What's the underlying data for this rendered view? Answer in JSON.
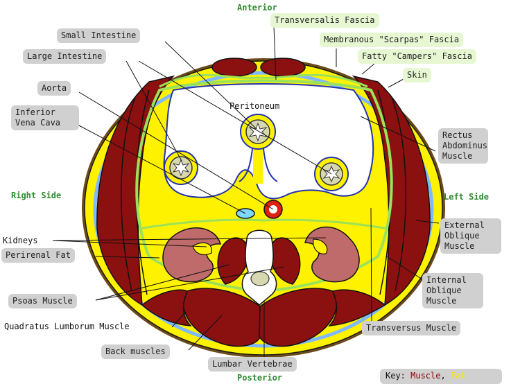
{
  "directions": {
    "anterior": "Anterior",
    "posterior": "Posterior",
    "right": "Right Side",
    "left": "Left Side"
  },
  "labels": {
    "transversalis_fascia": "Transversalis Fascia",
    "membranous_fascia": "Membranous \"Scarpas\" Fascia",
    "fatty_fascia": "Fatty \"Campers\" Fascia",
    "skin": "Skin",
    "small_intestine": "Small Intestine",
    "large_intestine": "Large Intestine",
    "aorta": "Aorta",
    "inferior_vena_cava": "Inferior Vena Cava",
    "peritoneum": "Peritoneum",
    "rectus_abdominus": "Rectus Abdominus Muscle",
    "external_oblique": "External Oblique Muscle",
    "internal_oblique": "Internal Oblique Muscle",
    "transversus": "Transversus Muscle",
    "kidneys": "Kidneys",
    "perirenal_fat": "Perirenal Fat",
    "psoas": "Psoas Muscle",
    "quadratus_lumborum": "Quadratus Lumborum Muscle",
    "back_muscles": "Back muscles",
    "lumbar_vertebrae": "Lumbar Vertebrae"
  },
  "key": {
    "prefix": "Key: ",
    "muscle": "Muscle",
    "separator": ", ",
    "fat": "Fat"
  },
  "colors": {
    "muscle": "#8b1010",
    "fat": "#fff200",
    "fascia": "#9be25a",
    "skin": "#6b4a1c",
    "peritoneum": "#2233aa",
    "kidney": "#c06b6b"
  }
}
